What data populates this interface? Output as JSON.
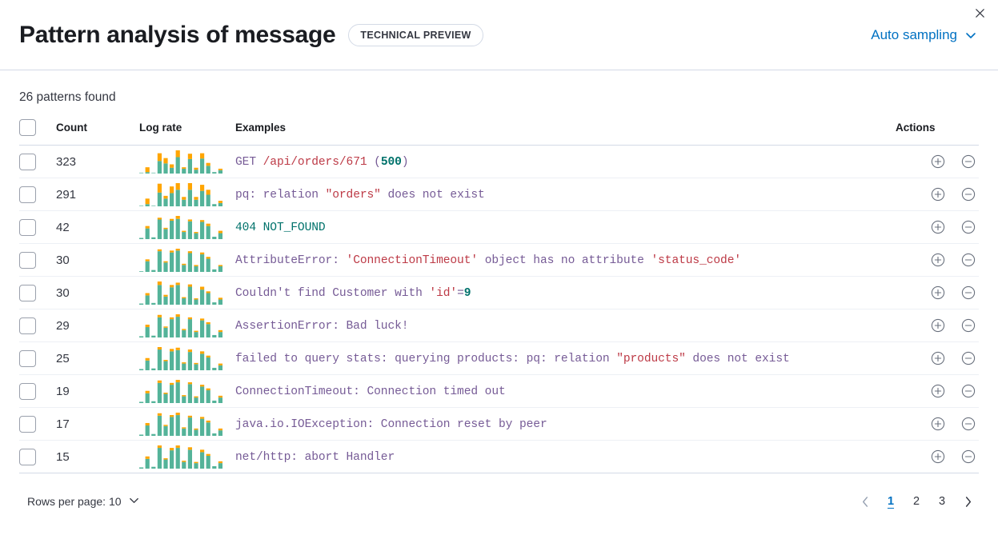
{
  "header": {
    "title": "Pattern analysis of message",
    "badge": "TECHNICAL PREVIEW",
    "sampling_label": "Auto sampling",
    "chevron_icon": "chevron-down-icon",
    "close_icon": "close-icon"
  },
  "summary": {
    "patterns_found": "26 patterns found"
  },
  "table": {
    "columns": {
      "select": "",
      "count": "Count",
      "log_rate": "Log rate",
      "examples": "Examples",
      "actions": "Actions"
    },
    "rows": [
      {
        "count": "323",
        "example_plain": "GET /api/orders/671 (500)",
        "tokens": [
          {
            "t": "GET ",
            "c": "kw"
          },
          {
            "t": "/api/orders/671",
            "c": "str"
          },
          {
            "t": " (",
            "c": "kw"
          },
          {
            "t": "500",
            "c": "num"
          },
          {
            "t": ")",
            "c": "kw"
          }
        ],
        "spark": {
          "teal": [
            0,
            3,
            0,
            26,
            21,
            12,
            34,
            10,
            30,
            8,
            31,
            16,
            3,
            7
          ],
          "orange": [
            0,
            10,
            0,
            16,
            11,
            7,
            14,
            3,
            11,
            4,
            11,
            6,
            0,
            3
          ]
        }
      },
      {
        "count": "291",
        "example_plain": "pq: relation \"orders\" does not exist",
        "tokens": [
          {
            "t": "pq: relation ",
            "c": "kw"
          },
          {
            "t": "\"orders\"",
            "c": "str"
          },
          {
            "t": " does not exist",
            "c": "kw"
          }
        ],
        "spark": {
          "teal": [
            0,
            4,
            0,
            25,
            14,
            24,
            30,
            12,
            30,
            12,
            28,
            21,
            4,
            6
          ],
          "orange": [
            0,
            10,
            0,
            16,
            5,
            12,
            12,
            5,
            12,
            5,
            11,
            9,
            0,
            4
          ]
        }
      },
      {
        "count": "42",
        "example_plain": "404 NOT_FOUND",
        "tokens": [
          {
            "t": "404 NOT_FOUND",
            "c": "grn"
          }
        ],
        "spark": {
          "teal": [
            2,
            18,
            3,
            33,
            17,
            31,
            34,
            12,
            30,
            10,
            29,
            22,
            4,
            10
          ],
          "orange": [
            0,
            4,
            0,
            3,
            2,
            3,
            5,
            2,
            3,
            2,
            3,
            4,
            0,
            4
          ]
        }
      },
      {
        "count": "30",
        "example_plain": "AttributeError: 'ConnectionTimeout' object has no attribute 'status_code'",
        "tokens": [
          {
            "t": "AttributeError: ",
            "c": "kw"
          },
          {
            "t": "'ConnectionTimeout'",
            "c": "str"
          },
          {
            "t": " object has no attribute ",
            "c": "kw"
          },
          {
            "t": "'status_code'",
            "c": "str"
          }
        ],
        "spark": {
          "teal": [
            1,
            17,
            3,
            33,
            15,
            31,
            34,
            11,
            30,
            9,
            28,
            21,
            4,
            9
          ],
          "orange": [
            0,
            3,
            0,
            3,
            2,
            3,
            3,
            2,
            3,
            2,
            3,
            3,
            0,
            2
          ]
        }
      },
      {
        "count": "30",
        "example_plain": "Couldn't find Customer with 'id'=9",
        "tokens": [
          {
            "t": "Couldn't find Customer with ",
            "c": "kw"
          },
          {
            "t": "'id'",
            "c": "str"
          },
          {
            "t": "=",
            "c": "kw"
          },
          {
            "t": "9",
            "c": "num"
          }
        ],
        "spark": {
          "teal": [
            2,
            16,
            3,
            34,
            14,
            30,
            34,
            11,
            31,
            9,
            26,
            20,
            4,
            9
          ],
          "orange": [
            0,
            4,
            0,
            6,
            3,
            4,
            4,
            2,
            4,
            2,
            5,
            3,
            0,
            3
          ]
        }
      },
      {
        "count": "29",
        "example_plain": "AssertionError: Bad luck!",
        "tokens": [
          {
            "t": "AssertionError: Bad luck!",
            "c": "kw"
          }
        ],
        "spark": {
          "teal": [
            2,
            17,
            3,
            33,
            16,
            30,
            34,
            12,
            30,
            9,
            28,
            22,
            4,
            9
          ],
          "orange": [
            0,
            4,
            0,
            4,
            2,
            3,
            4,
            2,
            3,
            2,
            3,
            3,
            0,
            3
          ]
        }
      },
      {
        "count": "25",
        "example_plain": "failed to query stats: querying products: pq: relation \"products\" does not exist",
        "tokens": [
          {
            "t": "failed to query stats: querying products: pq: relation ",
            "c": "kw"
          },
          {
            "t": "\"products\"",
            "c": "str"
          },
          {
            "t": " does not exist",
            "c": "kw"
          }
        ],
        "spark": {
          "teal": [
            2,
            16,
            3,
            34,
            15,
            31,
            33,
            11,
            30,
            10,
            27,
            21,
            4,
            8
          ],
          "orange": [
            0,
            4,
            0,
            4,
            2,
            4,
            4,
            2,
            4,
            2,
            4,
            3,
            0,
            3
          ]
        }
      },
      {
        "count": "19",
        "example_plain": "ConnectionTimeout: Connection timed out",
        "tokens": [
          {
            "t": "ConnectionTimeout: Connection timed out",
            "c": "kw"
          }
        ],
        "spark": {
          "teal": [
            2,
            16,
            3,
            33,
            15,
            30,
            34,
            11,
            31,
            9,
            27,
            21,
            4,
            9
          ],
          "orange": [
            0,
            4,
            0,
            4,
            2,
            3,
            4,
            2,
            3,
            2,
            3,
            3,
            0,
            3
          ]
        }
      },
      {
        "count": "17",
        "example_plain": "java.io.IOException: Connection reset by peer",
        "tokens": [
          {
            "t": "java.io.IOException: Connection reset by peer",
            "c": "kw"
          }
        ],
        "spark": {
          "teal": [
            2,
            17,
            3,
            33,
            16,
            31,
            34,
            12,
            30,
            10,
            28,
            22,
            4,
            9
          ],
          "orange": [
            0,
            4,
            0,
            4,
            2,
            3,
            4,
            2,
            3,
            2,
            3,
            3,
            0,
            3
          ]
        }
      },
      {
        "count": "15",
        "example_plain": "net/http: abort Handler",
        "tokens": [
          {
            "t": "net/http: abort Handler",
            "c": "kw"
          }
        ],
        "spark": {
          "teal": [
            2,
            16,
            3,
            34,
            15,
            30,
            34,
            11,
            31,
            9,
            27,
            21,
            4,
            9
          ],
          "orange": [
            0,
            4,
            0,
            4,
            2,
            4,
            4,
            2,
            4,
            2,
            4,
            3,
            0,
            3
          ]
        }
      }
    ],
    "action_icons": {
      "add": "plus-in-circle-icon",
      "remove": "minus-in-circle-icon"
    }
  },
  "footer": {
    "rows_per_page_label": "Rows per page: 10",
    "rows_per_page_chevron": "chevron-down-icon",
    "prev_icon": "chevron-left-icon",
    "next_icon": "chevron-right-icon",
    "pages": [
      "1",
      "2",
      "3"
    ],
    "active_page": "1"
  },
  "colors": {
    "accent_blue": "#0071C2",
    "spark_teal": "#54B399",
    "spark_orange": "#FFA500",
    "token_keyword": "#765B96",
    "token_string": "#BD3A46",
    "token_number": "#00726B",
    "border": "#D3DAE6"
  }
}
